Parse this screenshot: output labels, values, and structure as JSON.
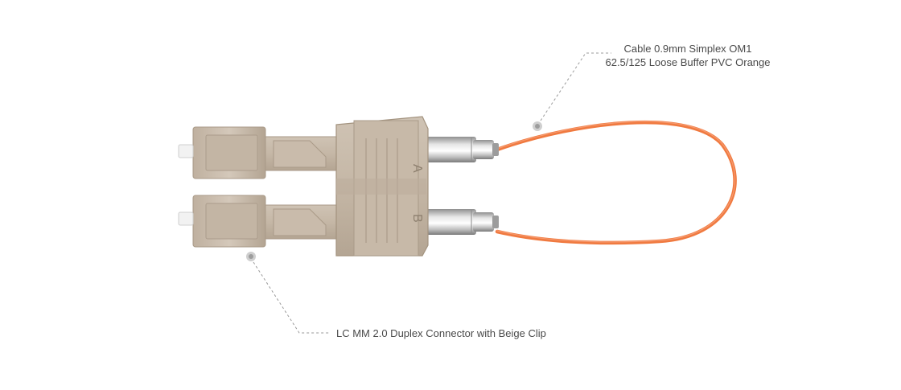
{
  "callouts": {
    "cable": {
      "line1": "Cable 0.9mm Simplex OM1",
      "line2": "62.5/125 Loose Buffer PVC Orange"
    },
    "connector": {
      "text": "LC MM 2.0 Duplex Connector with Beige Clip"
    }
  },
  "connector_markings": {
    "top": "A",
    "bottom": "B"
  },
  "colors": {
    "background": "#ffffff",
    "beige": "#c9bbab",
    "beige_dark": "#a99a88",
    "beige_light": "#ddd1c4",
    "cable_orange": "#f07a40",
    "metal": "#b8b8b8",
    "callout_dot": "#c8c8c8",
    "leader_line": "#9a9a9a",
    "text": "#4a4a4a"
  }
}
